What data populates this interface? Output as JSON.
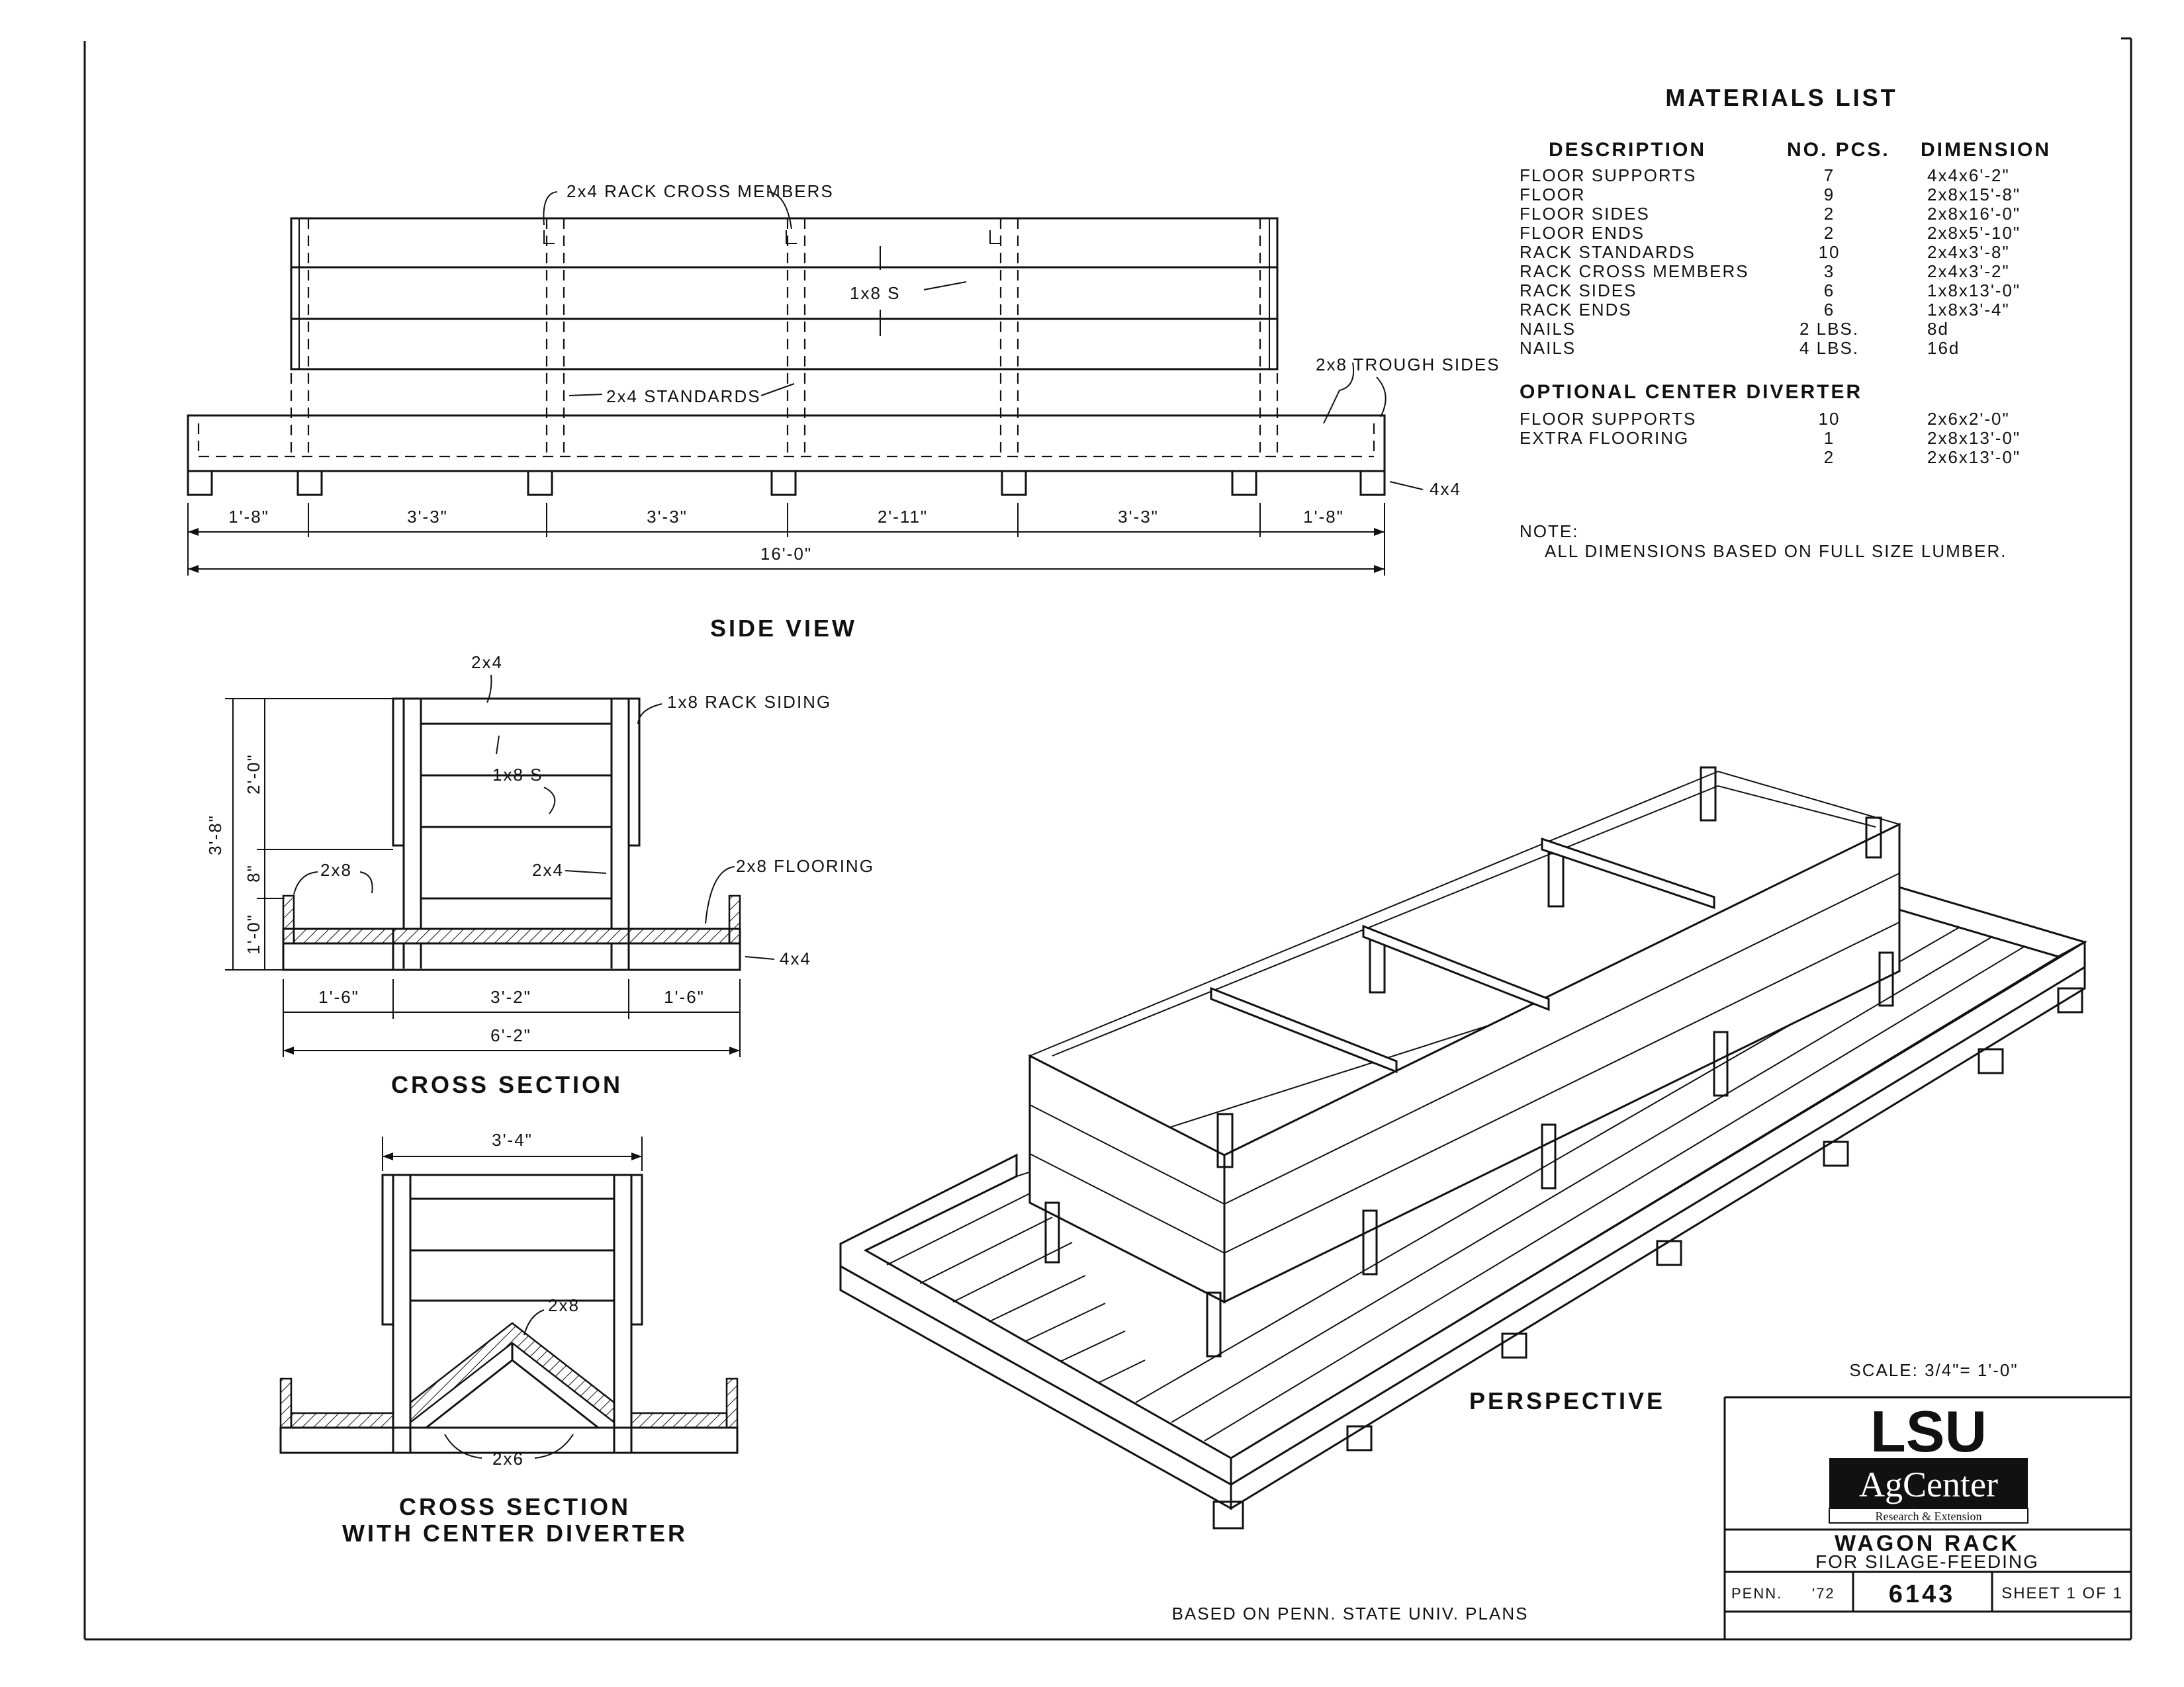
{
  "materials": {
    "title": "MATERIALS LIST",
    "headers": {
      "description": "DESCRIPTION",
      "pieces": "NO. PCS.",
      "dimension": "DIMENSION"
    },
    "rows": [
      {
        "desc": "FLOOR SUPPORTS",
        "pcs": "7",
        "dim": "4x4x6'-2\""
      },
      {
        "desc": "FLOOR",
        "pcs": "9",
        "dim": "2x8x15'-8\""
      },
      {
        "desc": "FLOOR SIDES",
        "pcs": "2",
        "dim": "2x8x16'-0\""
      },
      {
        "desc": "FLOOR ENDS",
        "pcs": "2",
        "dim": "2x8x5'-10\""
      },
      {
        "desc": "RACK STANDARDS",
        "pcs": "10",
        "dim": "2x4x3'-8\""
      },
      {
        "desc": "RACK CROSS MEMBERS",
        "pcs": "3",
        "dim": "2x4x3'-2\""
      },
      {
        "desc": "RACK SIDES",
        "pcs": "6",
        "dim": "1x8x13'-0\""
      },
      {
        "desc": "RACK ENDS",
        "pcs": "6",
        "dim": "1x8x3'-4\""
      },
      {
        "desc": "NAILS",
        "pcs": "2 LBS.",
        "dim": "8d"
      },
      {
        "desc": "NAILS",
        "pcs": "4 LBS.",
        "dim": "16d"
      }
    ],
    "optional_title": "OPTIONAL CENTER DIVERTER",
    "optional_rows": [
      {
        "desc": "FLOOR SUPPORTS",
        "pcs": "10",
        "dim": "2x6x2'-0\""
      },
      {
        "desc": "EXTRA FLOORING",
        "pcs": "1",
        "dim": "2x8x13'-0\""
      },
      {
        "desc": "",
        "pcs": "2",
        "dim": "2x6x13'-0\""
      }
    ],
    "note_label": "NOTE:",
    "note_text": "ALL DIMENSIONS BASED ON FULL SIZE LUMBER."
  },
  "side_view": {
    "title": "SIDE VIEW",
    "labels": {
      "cross_members": "2x4 RACK CROSS MEMBERS",
      "siding": "1x8 S",
      "standards": "2x4 STANDARDS",
      "trough_sides": "2x8 TROUGH SIDES",
      "support": "4x4"
    },
    "dims": [
      "1'-8\"",
      "3'-3\"",
      "3'-3\"",
      "2'-11\"",
      "3'-3\"",
      "1'-8\""
    ],
    "overall": "16'-0\""
  },
  "cross_section": {
    "title": "CROSS SECTION",
    "labels": {
      "top_2x4": "2x4",
      "rack_siding": "1x8 RACK SIDING",
      "siding": "1x8 S",
      "mid_2x4": "2x4",
      "left_2x8": "2x8",
      "flooring": "2x8 FLOORING",
      "support": "4x4"
    },
    "vert_dims": {
      "total": "3'-8\"",
      "upper": "2'-0\"",
      "mid": "8\"",
      "lower": "1'-0\""
    },
    "horiz_dims": [
      "1'-6\"",
      "3'-2\"",
      "1'-6\""
    ],
    "overall": "6'-2\""
  },
  "diverter_section": {
    "title_line1": "CROSS SECTION",
    "title_line2": "WITH CENTER DIVERTER",
    "width": "3'-4\"",
    "label_top": "2x8",
    "label_bottom": "2x6"
  },
  "perspective": {
    "title": "PERSPECTIVE"
  },
  "scale": "SCALE: 3/4\"= 1'-0\"",
  "credit": "BASED ON PENN. STATE UNIV. PLANS",
  "title_block": {
    "logo_top": "LSU",
    "logo_mid": "AgCenter",
    "logo_sub": "Research & Extension",
    "title": "WAGON RACK",
    "subtitle": "FOR SILAGE-FEEDING",
    "origin": "PENN.",
    "year": "'72",
    "number": "6143",
    "sheet": "SHEET 1 OF 1"
  }
}
